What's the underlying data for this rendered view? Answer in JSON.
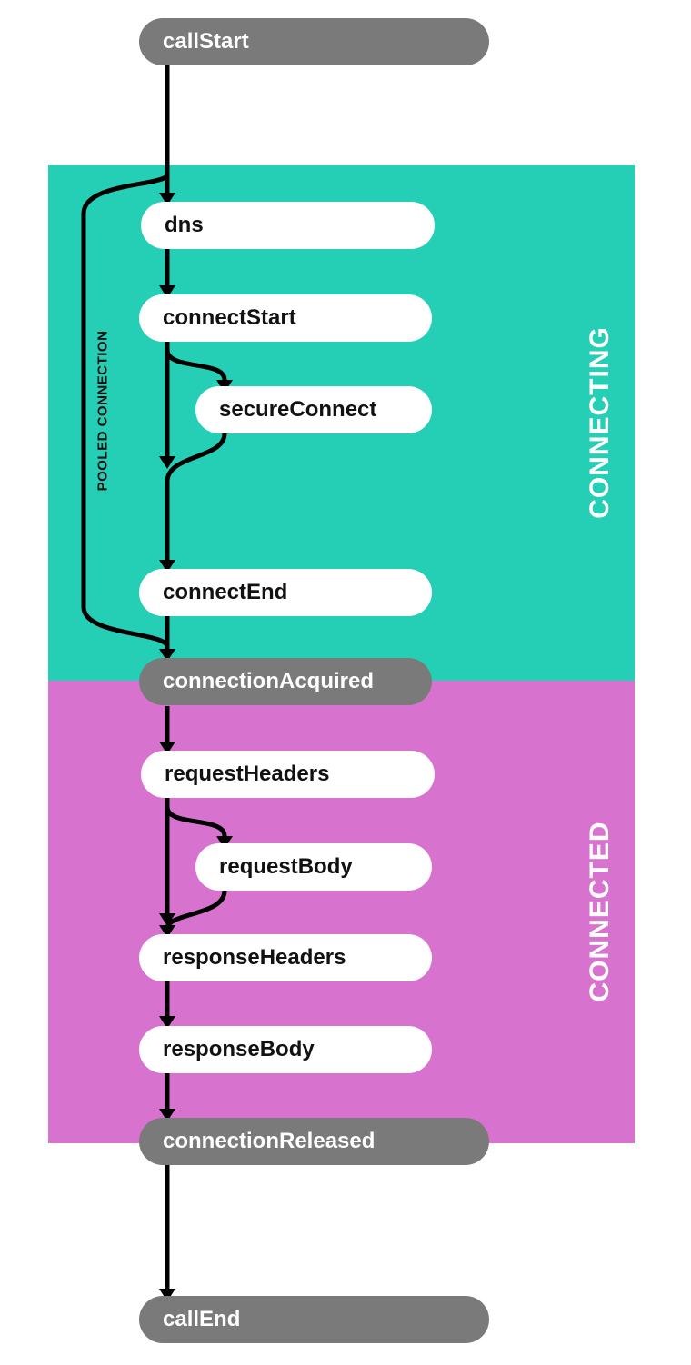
{
  "regions": {
    "connecting": {
      "label": "CONNECTING",
      "color": "#25cfb5"
    },
    "connected": {
      "label": "CONNECTED",
      "color": "#d872cf"
    }
  },
  "events": {
    "call_start": "callStart",
    "dns": "dns",
    "connect_start": "connectStart",
    "secure_connect": "secureConnect",
    "connect_end": "connectEnd",
    "connection_acquired": "connectionAcquired",
    "request_headers": "requestHeaders",
    "request_body": "requestBody",
    "response_headers": "responseHeaders",
    "response_body": "responseBody",
    "connection_released": "connectionReleased",
    "call_end": "callEnd"
  },
  "branch_label": "POOLED CONNECTION",
  "colors": {
    "gray_pill": "#7a7a7a",
    "white_pill": "#ffffff",
    "arrow": "#000000"
  }
}
